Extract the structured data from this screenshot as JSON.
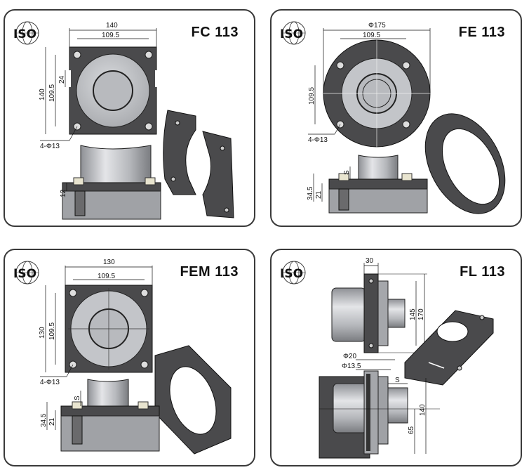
{
  "iso_logo": {
    "text": "ISO"
  },
  "panels": [
    {
      "title": "FC 113",
      "dims": {
        "outer_width": "140",
        "bolt_spacing": "109.5",
        "outer_height": "140",
        "bolt_spacing_v": "109.5",
        "gap": "24",
        "holes": "4-Φ13",
        "thickness": "12"
      }
    },
    {
      "title": "FE 113",
      "dims": {
        "diameter": "Φ175",
        "bolt_spacing": "109.5",
        "bolt_spacing_v": "109.5",
        "holes": "4-Φ13",
        "s": "S",
        "height_total": "34.5",
        "height_inner": "21"
      }
    },
    {
      "title": "FEM 113",
      "dims": {
        "outer_width": "130",
        "bolt_spacing": "109.5",
        "outer_height": "130",
        "bolt_spacing_v": "109.5",
        "holes": "4-Φ13",
        "s": "S",
        "height_total": "34.5",
        "height_inner": "21"
      }
    },
    {
      "title": "FL 113",
      "dims": {
        "thickness": "30",
        "h145": "145",
        "h170": "170",
        "d20": "Φ20",
        "d13": "Φ13.5",
        "s": "S",
        "h140": "140",
        "h65": "65"
      }
    }
  ],
  "colors": {
    "plate": "#4a4a4c",
    "body": "#c3c5c9",
    "border": "#3a3a3a"
  }
}
